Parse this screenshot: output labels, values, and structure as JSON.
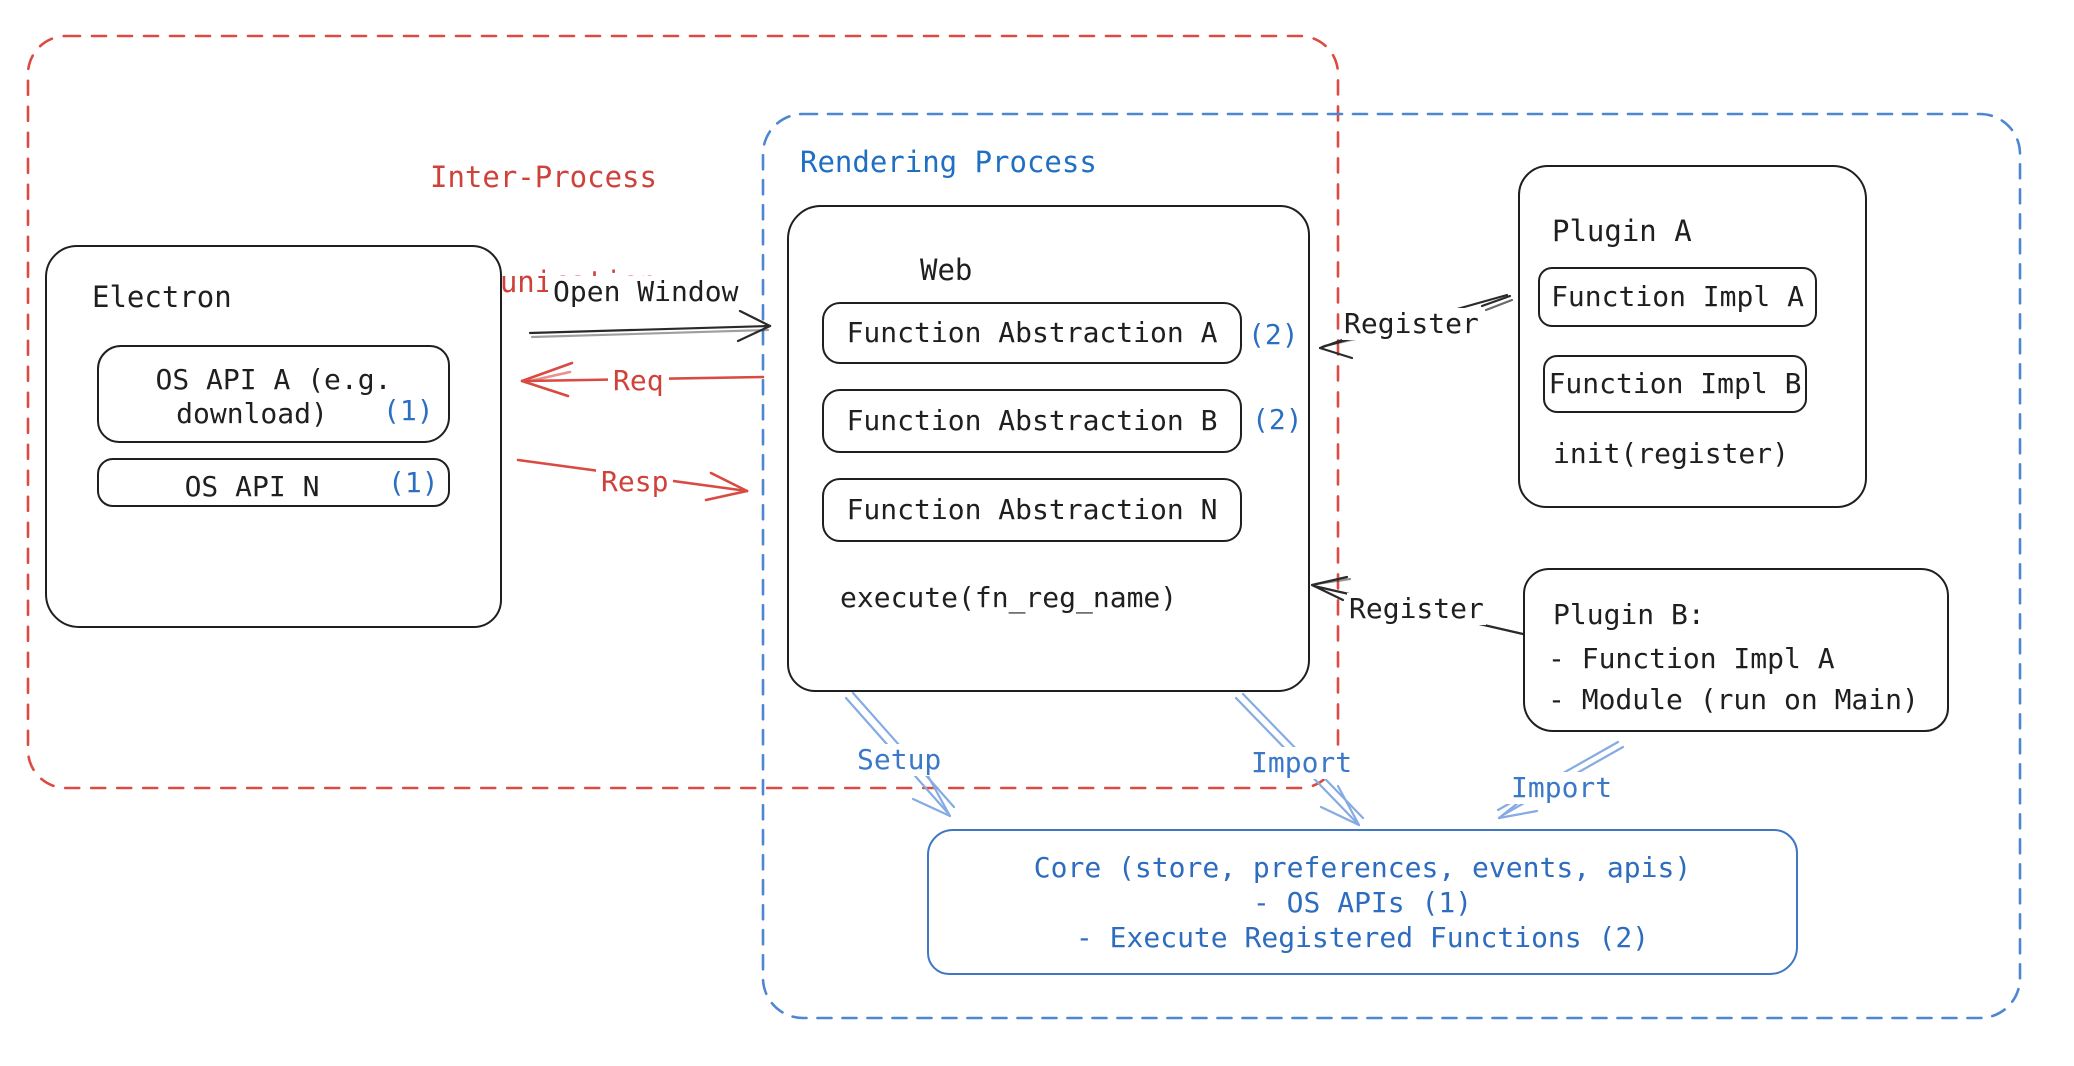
{
  "regions": {
    "ipc": {
      "label_line1": "Inter-Process",
      "label_line2": "Communication"
    },
    "rendering": {
      "label": "Rendering Process"
    }
  },
  "electron": {
    "title": "Electron",
    "api_a": {
      "line1": "OS API A (e.g.",
      "line2": "download)",
      "badge": "(1)"
    },
    "api_n": {
      "label": "OS API N",
      "badge": "(1)"
    }
  },
  "web": {
    "title": "Web",
    "fa_a": {
      "label": "Function Abstraction A",
      "badge": "(2)"
    },
    "fa_b": {
      "label": "Function Abstraction B",
      "badge": "(2)"
    },
    "fa_n": {
      "label": "Function Abstraction N"
    },
    "execute": "execute(fn_reg_name)"
  },
  "plugin_a": {
    "title": "Plugin A",
    "impl_a": "Function Impl A",
    "impl_b": "Function Impl B",
    "init": "init(register)"
  },
  "plugin_b": {
    "title": "Plugin B:",
    "item1": "- Function Impl A",
    "item2": "- Module (run on Main)"
  },
  "core": {
    "line1": "Core (store, preferences, events, apis)",
    "line2": "- OS APIs (1)",
    "line3": "- Execute Registered Functions (2)"
  },
  "connectors": {
    "open_window": "Open Window",
    "req": "Req",
    "resp": "Resp",
    "register_a": "Register",
    "register_b": "Register",
    "setup": "Setup",
    "import_web": "Import",
    "import_plugin": "Import"
  },
  "colors": {
    "ink": "#1f1f1f",
    "red": "#cf413b",
    "red_arrow": "#d84a42",
    "blue_strong": "#2a6fc1",
    "blue_dash": "#4d87d2",
    "blue_arrow": "#85abe2",
    "core_border": "#3f77c4",
    "background": "#ffffff"
  }
}
